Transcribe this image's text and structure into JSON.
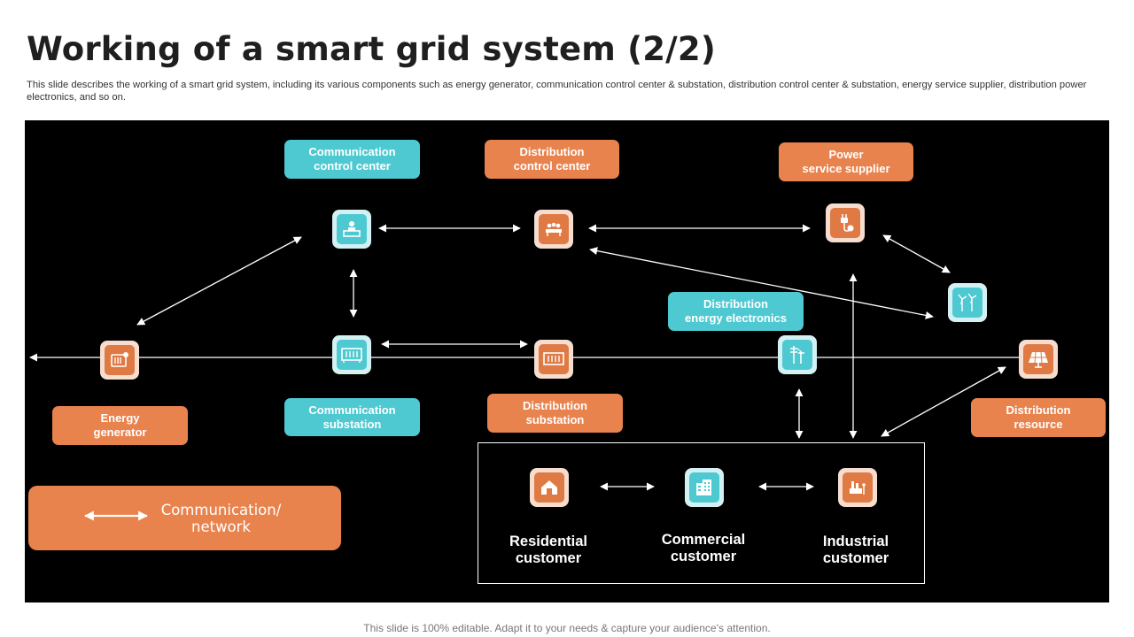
{
  "title": "Working of a smart grid system (2/2)",
  "subtitle": "This slide describes the working of a smart grid system, including its various components such as energy generator, communication control center & substation, distribution control center & substation, energy service supplier, distribution power electronics, and so on.",
  "labels": {
    "communication_control_center": "Communication\ncontrol center",
    "distribution_control_center": "Distribution\ncontrol center",
    "power_service_supplier": "Power\nservice supplier",
    "distribution_energy_electronics": "Distribution\nenergy electronics",
    "energy_generator": "Energy\ngenerator",
    "communication_substation": "Communication\nsubstation",
    "distribution_substation": "Distribution\nsubstation",
    "distribution_resource": "Distribution\nresource"
  },
  "customers": {
    "residential": "Residential\ncustomer",
    "commercial": "Commercial\ncustomer",
    "industrial": "Industrial\ncustomer"
  },
  "legend": {
    "text": "Communication/\nnetwork"
  },
  "icons": {
    "energy_generator": "generator-icon",
    "communication_control_center": "control-desk-icon",
    "communication_substation": "substation-icon",
    "distribution_control_center": "meeting-icon",
    "distribution_substation": "substation-icon",
    "power_service_supplier": "plug-icon",
    "distribution_energy_electronics": "power-pole-icon",
    "wind": "wind-turbine-icon",
    "distribution_resource": "solar-panel-icon",
    "residential": "house-icon",
    "commercial": "building-icon",
    "industrial": "factory-icon"
  },
  "colors": {
    "teal": "#4fc9d1",
    "orange": "#e8834e",
    "panel": "#000000"
  },
  "footer": "This slide is 100% editable. Adapt it to your needs & capture your audience’s attention."
}
